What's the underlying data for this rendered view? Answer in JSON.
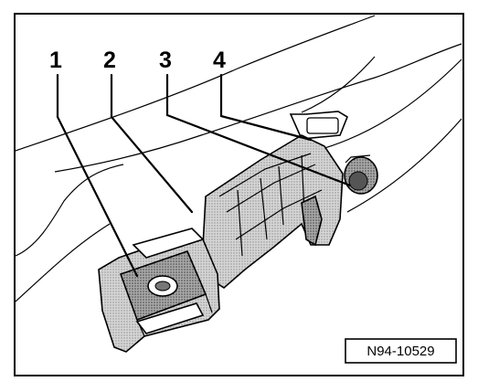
{
  "figure": {
    "reference_code": "N94-10529",
    "callouts": [
      {
        "label": "1"
      },
      {
        "label": "2"
      },
      {
        "label": "3"
      },
      {
        "label": "4"
      }
    ]
  },
  "colors": {
    "line": "#000000",
    "background": "#ffffff",
    "part_fill": "#c8c8c8",
    "part_fill_dark": "#9a9a9a"
  }
}
